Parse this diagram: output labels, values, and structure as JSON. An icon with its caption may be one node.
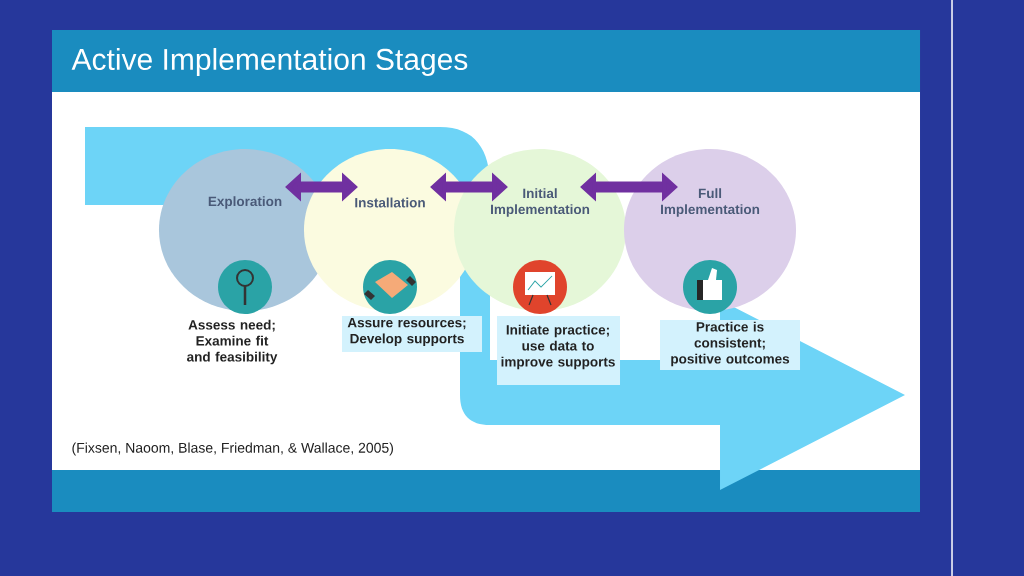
{
  "diagram": {
    "title": "Active Implementation Stages",
    "nodes": [
      {
        "text": [
          "Exploration"
        ],
        "beside": [
          "Assess need; Examine fit and feasibility"
        ]
      },
      {
        "text": [
          "Installation"
        ],
        "beside": [
          "Assure resources; Develop supports"
        ]
      },
      {
        "text": [
          "Initial Implementation"
        ],
        "beside": [
          "Initiate practice; use data to improve supports"
        ]
      },
      {
        "text": [
          "Full Implementation"
        ],
        "beside": [
          "Practice is consistent; positive outcomes"
        ]
      }
    ],
    "edges": [
      {
        "from": 0,
        "to": 1,
        "arrow": "both"
      },
      {
        "from": 1,
        "to": 2,
        "arrow": "both"
      },
      {
        "from": 2,
        "to": 3,
        "arrow": "both"
      }
    ],
    "labels": [
      "(Fixsen, Naoom, Blase, Friedman, & Wallace, 2005)"
    ]
  }
}
